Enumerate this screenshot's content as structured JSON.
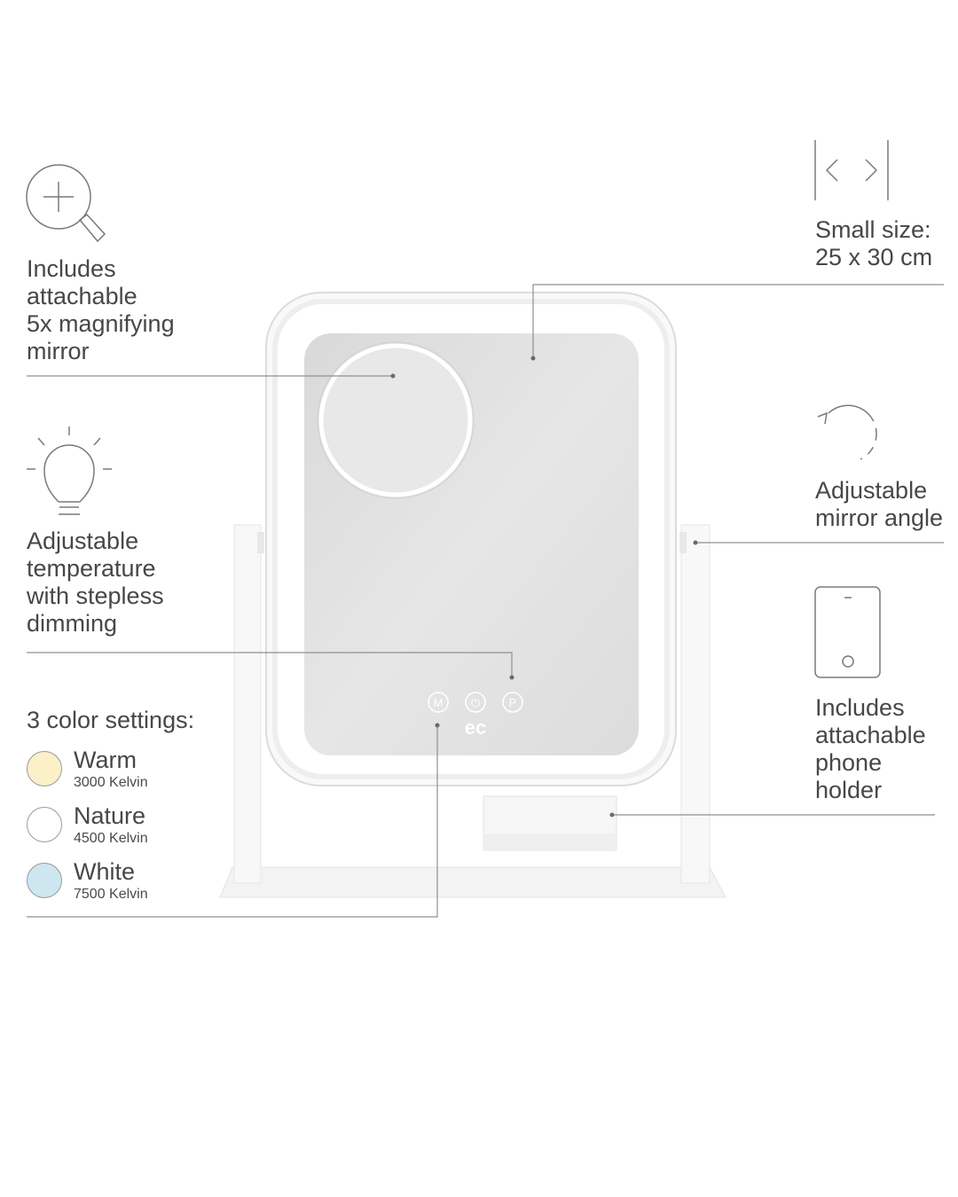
{
  "features": {
    "magnifier": "Includes\nattachable\n5x magnifying\nmirror",
    "size": "Small size:\n25 x 30 cm",
    "temperature": "Adjustable\ntemperature\nwith stepless\ndimming",
    "angle": "Adjustable\nmirror angle",
    "phone": "Includes\nattachable\nphone\nholder"
  },
  "color_settings": {
    "title": "3 color settings:",
    "items": [
      {
        "name": "Warm",
        "kelvin": "3000 Kelvin",
        "color": "#fbf0c8"
      },
      {
        "name": "Nature",
        "kelvin": "4500 Kelvin",
        "color": "#ffffff"
      },
      {
        "name": "White",
        "kelvin": "7500 Kelvin",
        "color": "#cde6ef"
      }
    ]
  },
  "mirror_buttons": [
    "M",
    "⏻",
    "P"
  ],
  "brand": "ec",
  "icons": [
    "magnifier-icon",
    "width-arrows-icon",
    "lightbulb-icon",
    "rotate-icon",
    "phone-icon"
  ]
}
